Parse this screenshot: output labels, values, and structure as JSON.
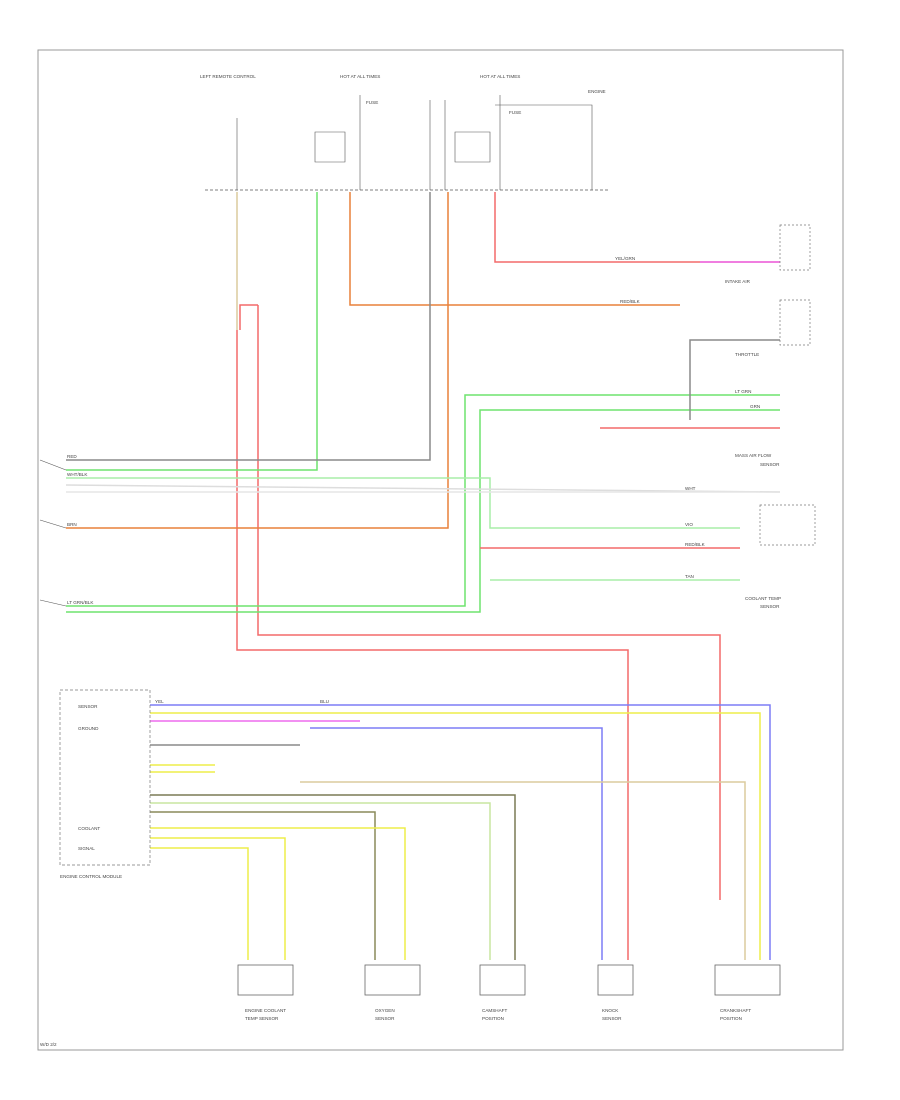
{
  "colors": {
    "red": "#f46a6a",
    "green": "#6fe36f",
    "orange": "#e9813a",
    "yellow": "#eded4a",
    "blue": "#7d7df5",
    "tan": "#dccb9e",
    "gray": "#8a8a8a",
    "magenta": "#ee6cee",
    "lightgreen": "#a8eea8",
    "darkolive": "#7a7a55"
  },
  "title": "",
  "top_labels": [
    "LEFT REMOTE CONTROL",
    "HOT AT ALL TIMES",
    "HOT AT ALL TIMES",
    "ENGINE",
    "FUSE",
    "FUSE"
  ],
  "wire_codes": {
    "w_a": "YEL/GRN",
    "w_b": "LT GRN",
    "w_c": "RED/BLK",
    "w_d": "GRN",
    "w_e": "RED",
    "w_f": "WHT/BLK",
    "w_g": "BRN",
    "w_h": "WHT",
    "w_i": "RED/BLK",
    "w_j": "VIO",
    "w_k": "LT GRN/BLK",
    "w_l": "YEL",
    "w_m": "BLU",
    "w_n": "TAN"
  },
  "right_labels": [
    "INTAKE AIR",
    "THROTTLE",
    "MASS AIR FLOW",
    "SENSOR",
    "COOLANT TEMP",
    "SENSOR"
  ],
  "ecm_labels": [
    "ENGINE CONTROL MODULE",
    "SENSOR",
    "GROUND",
    "COOLANT",
    "SIGNAL"
  ],
  "bottom_components": [
    "ENGINE COOLANT",
    "TEMP SENSOR",
    "OXYGEN",
    "SENSOR",
    "CAMSHAFT",
    "POSITION",
    "KNOCK",
    "SENSOR",
    "CRANKSHAFT",
    "POSITION"
  ],
  "corner_label": "W/D 2/2"
}
